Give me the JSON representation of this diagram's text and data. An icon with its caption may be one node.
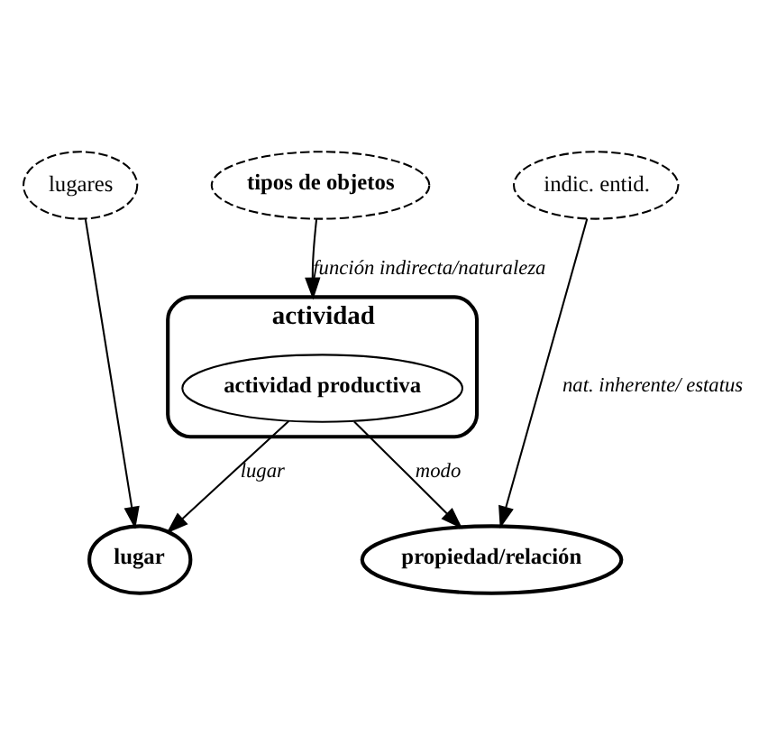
{
  "diagram": {
    "nodes": [
      {
        "text": [
          "tipos de objetos"
        ]
      },
      {
        "text": [
          "lugares"
        ]
      },
      {
        "text": [
          "indic. entid."
        ]
      },
      {
        "text": [
          "actividad"
        ]
      },
      {
        "text": [
          "actividad productiva"
        ],
        "in": 3
      },
      {
        "text": [
          "lugar"
        ]
      },
      {
        "text": [
          "propiedad/relación"
        ]
      }
    ],
    "edges": [
      {
        "from": 0,
        "to": 3,
        "arrow": "to",
        "label": "función indirecta/naturaleza"
      },
      {
        "from": 1,
        "to": 5,
        "arrow": "to"
      },
      {
        "from": 2,
        "to": 6,
        "arrow": "to",
        "label": "nat. inherente/ estatus"
      },
      {
        "from": 4,
        "to": 5,
        "arrow": "to",
        "label": "lugar"
      },
      {
        "from": 4,
        "to": 6,
        "arrow": "to",
        "label": "modo"
      }
    ]
  }
}
